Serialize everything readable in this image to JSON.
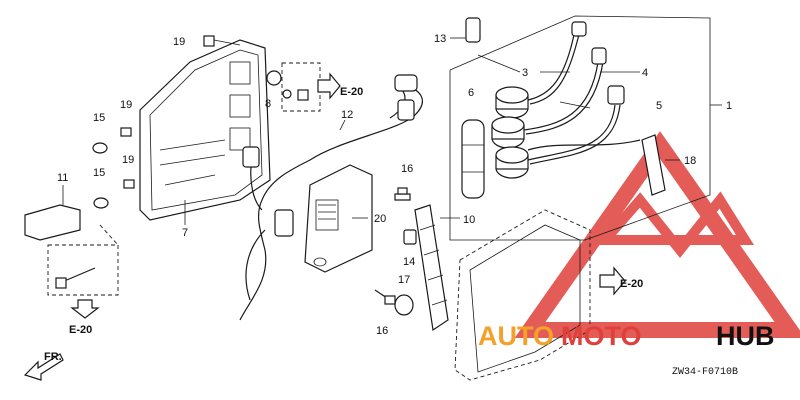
{
  "diagram": {
    "drawing_code": "ZW34-F0710B",
    "direction_label": "FR.",
    "ref_labels": [
      "E-20",
      "E-20",
      "E-20"
    ],
    "callouts": [
      "1",
      "3",
      "4",
      "5",
      "6",
      "7",
      "8",
      "10",
      "11",
      "12",
      "13",
      "14",
      "15",
      "15",
      "16",
      "16",
      "17",
      "18",
      "19",
      "19",
      "19",
      "20"
    ]
  },
  "watermark": {
    "part1": "AUTO",
    "part2": "MOTO",
    "part3": "HUB",
    "colors": {
      "red": "#e0403a",
      "orange": "#f4a12a",
      "dark": "#111111"
    }
  }
}
